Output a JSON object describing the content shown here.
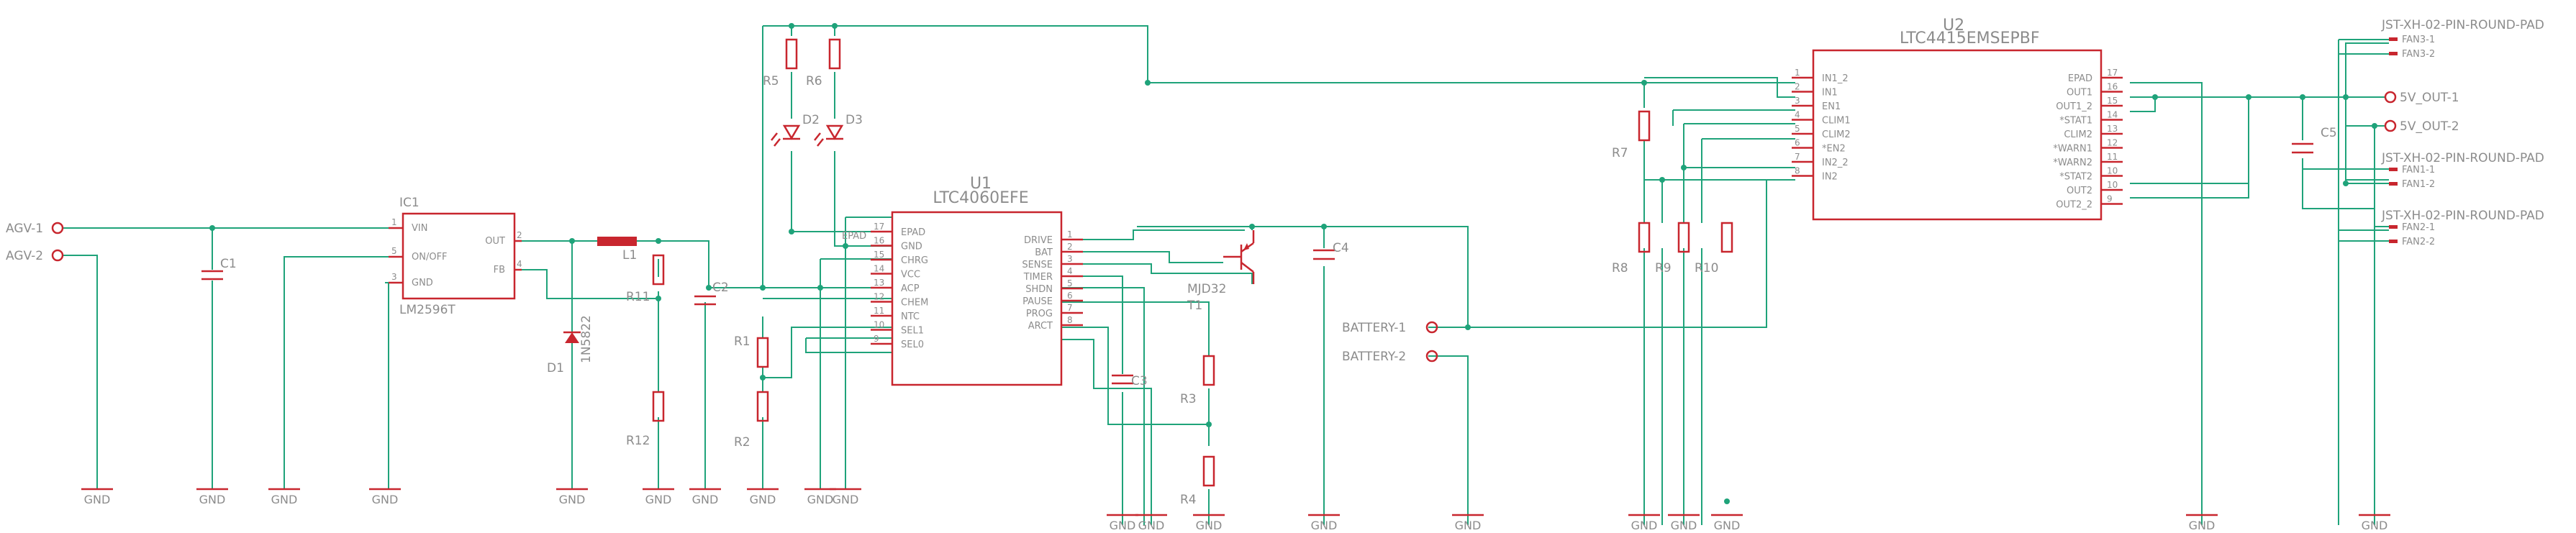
{
  "inputs": {
    "agv1": "AGV-1",
    "agv2": "AGV-2"
  },
  "ic1": {
    "ref": "IC1",
    "value": "LM2596T",
    "pins": {
      "vin": "VIN",
      "onoff": "ON/OFF",
      "gnd": "GND",
      "out": "OUT",
      "fb": "FB"
    },
    "pin_nums": [
      "1",
      "5",
      "3",
      "2",
      "4"
    ]
  },
  "passives": {
    "c1": "C1",
    "c2": "C2",
    "c3": "C3",
    "c4": "C4",
    "c5": "C5",
    "l1": "L1",
    "d1": "D1",
    "d1_value": "1N5822",
    "r1": "R1",
    "r2": "R2",
    "r3": "R3",
    "r4": "R4",
    "r5": "R5",
    "r6": "R6",
    "r7": "R7",
    "r8": "R8",
    "r9": "R9",
    "r10": "R10",
    "r11": "R11",
    "r12": "R12",
    "d2": "D2",
    "d3": "D3"
  },
  "u1": {
    "ref": "U1",
    "value": "LTC4060EFE",
    "left_pins": [
      {
        "num": "17",
        "name": "EPAD"
      },
      {
        "num": "16",
        "name": "GND"
      },
      {
        "num": "15",
        "name": "CHRG"
      },
      {
        "num": "14",
        "name": "VCC"
      },
      {
        "num": "13",
        "name": "ACP"
      },
      {
        "num": "12",
        "name": "CHEM"
      },
      {
        "num": "11",
        "name": "NTC"
      },
      {
        "num": "10",
        "name": "SEL1"
      },
      {
        "num": "9",
        "name": "SEL0"
      }
    ],
    "right_pins": [
      {
        "num": "1",
        "name": "DRIVE"
      },
      {
        "num": "2",
        "name": "BAT"
      },
      {
        "num": "3",
        "name": "SENSE"
      },
      {
        "num": "4",
        "name": "TIMER"
      },
      {
        "num": "5",
        "name": "SHDN"
      },
      {
        "num": "6",
        "name": "PAUSE"
      },
      {
        "num": "7",
        "name": "PROG"
      },
      {
        "num": "8",
        "name": "ARCT"
      }
    ],
    "epad_label": "EPAD"
  },
  "t1": {
    "ref": "T1",
    "value": "MJD32"
  },
  "battery": {
    "b1": "BATTERY-1",
    "b2": "BATTERY-2"
  },
  "u2": {
    "ref": "U2",
    "value": "LTC4415EMSEPBF",
    "left_pins": [
      {
        "num": "1",
        "name": "IN1_2"
      },
      {
        "num": "2",
        "name": "IN1"
      },
      {
        "num": "3",
        "name": "EN1"
      },
      {
        "num": "4",
        "name": "CLIM1"
      },
      {
        "num": "5",
        "name": "CLIM2"
      },
      {
        "num": "6",
        "name": "*EN2"
      },
      {
        "num": "7",
        "name": "IN2_2"
      },
      {
        "num": "8",
        "name": "IN2"
      }
    ],
    "right_pins": [
      {
        "num": "17",
        "name": "EPAD"
      },
      {
        "num": "16",
        "name": "OUT1"
      },
      {
        "num": "15",
        "name": "OUT1_2"
      },
      {
        "num": "14",
        "name": "*STAT1"
      },
      {
        "num": "13",
        "name": "CLIM2"
      },
      {
        "num": "12",
        "name": "*WARN1"
      },
      {
        "num": "11",
        "name": "*WARN2"
      },
      {
        "num": "10",
        "name": "*STAT2"
      },
      {
        "num": "10",
        "name": "OUT2"
      },
      {
        "num": "9",
        "name": "OUT2_2"
      }
    ]
  },
  "connectors": {
    "fan3": {
      "name": "JST-XH-02-PIN-ROUND-PAD",
      "p1": "FAN3-1",
      "p2": "FAN3-2"
    },
    "fan1": {
      "name": "JST-XH-02-PIN-ROUND-PAD",
      "p1": "FAN1-1",
      "p2": "FAN1-2"
    },
    "fan2": {
      "name": "JST-XH-02-PIN-ROUND-PAD",
      "p1": "FAN2-1",
      "p2": "FAN2-2"
    },
    "out1": "5V_OUT-1",
    "out2": "5V_OUT-2"
  },
  "gnd": "GND",
  "colors": {
    "wire": "#1fa37a",
    "part": "#c8262e",
    "label": "#8c8c8c"
  }
}
